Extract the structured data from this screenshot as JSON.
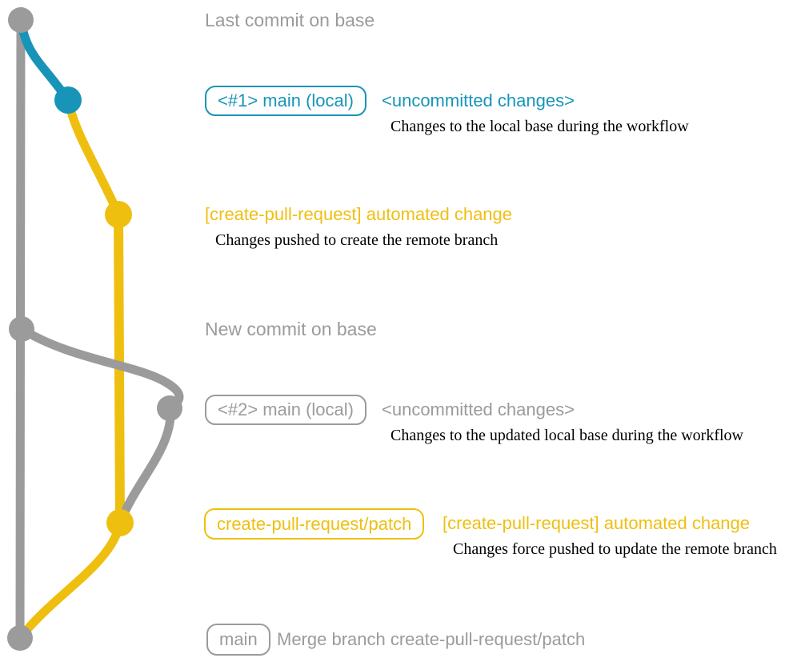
{
  "colors": {
    "gray": "#9b9b9b",
    "blue": "#1894b8",
    "yellow": "#efbf10",
    "caption_text": "#000000",
    "background": "#ffffff"
  },
  "graph": {
    "branches": [
      {
        "name": "base",
        "color_name": "gray"
      },
      {
        "name": "main (local)",
        "color_name": "blue"
      },
      {
        "name": "create-pull-request/patch",
        "color_name": "yellow"
      }
    ]
  },
  "annotations": {
    "row1": {
      "title": "Last commit on base"
    },
    "row2": {
      "badge": "<#1> main (local)",
      "heading": "<uncommitted changes>",
      "caption": "Changes to the local base during the workflow"
    },
    "row3": {
      "heading": "[create-pull-request] automated change",
      "caption": "Changes pushed to create the remote branch"
    },
    "row4": {
      "title": "New commit on base"
    },
    "row5": {
      "badge": "<#2> main (local)",
      "heading": "<uncommitted changes>",
      "caption": "Changes to the updated local base during the workflow"
    },
    "row6": {
      "badge": "create-pull-request/patch",
      "heading": "[create-pull-request] automated change",
      "caption": "Changes force pushed to update the remote branch"
    },
    "row7": {
      "badge": "main",
      "heading": "Merge branch create-pull-request/patch"
    }
  }
}
